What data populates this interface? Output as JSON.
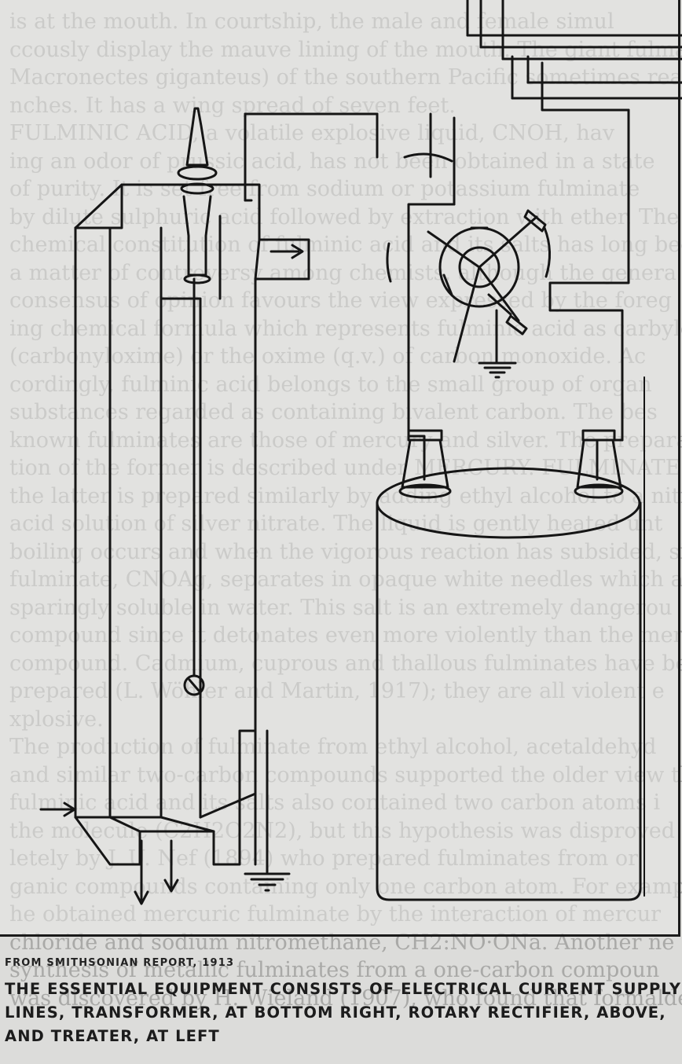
{
  "background_text": [
    "is at the mouth. In courtship, the male and female simul",
    "ccously display the mauve lining of the mouth. The giant fulmar",
    "Macronectes giganteus) of the southern Pacific sometimes reache",
    "nches. It has a wing spread of seven feet.",
    "FULMINIC ACID, a volatile explosive liquid, CNOH, hav",
    "ing an odor of prussic acid, has not been obtained in a state",
    "of purity. It is set free from sodium or potassium fulminate",
    "by dilute sulphuric acid followed by extraction with ether. The",
    "chemical constitution of fulminic acid and its salts has long bee",
    "a matter of controversy among chemists, although the genera",
    "consensus of opinion favours the view expressed by the foreg",
    "ing chemical formula which represents fulminic acid as carbyloxim",
    "(carbonyloxime) or the oxime (q.v.) of carbon monoxide. Ac",
    "cordingly, fulminic acid belongs to the small group of organ",
    "substances regarded as containing bivalent carbon. The bes",
    "known fulminates are those of mercury and silver. The prepara",
    "tion of the former is described under MERCURY. FULMINATE OF",
    "the latter is prepared similarly by adding ethyl alcohol to a nitr",
    "acid solution of silver nitrate. The liquid is gently heated unt",
    "boiling occurs and when the vigorous reaction has subsided, silve",
    "fulminate, CNOAg, separates in opaque white needles which ar",
    "sparingly soluble in water. This salt is an extremely dangerou",
    "compound since it detonates even more violently than the mercur",
    "compound. Cadmium, cuprous and thallous fulminates have bee",
    "prepared (L. Wöhler and Martin, 1917); they are all violent e",
    "xplosive.",
    "The production of fulminate from ethyl alcohol, acetaldehyd",
    "and similar two-carbon compounds supported the older view tha",
    "fulminic acid and its salts also contained two carbon atoms i",
    "the molecule (C2H2O2N2), but this hypothesis was disproved com",
    "letely by J. U. Nef (1894) who prepared fulminates from or",
    "ganic compounds containing only one carbon atom. For examp",
    "he obtained mercuric fulminate by the interaction of mercur",
    "chloride and sodium nitromethane, CH2:NO·ONa. Another ne",
    "synthesis of metallic fulminates from a one-carbon compoun",
    "was discovered by H. Wieland (1907), who found that formaldehyd"
  ],
  "credit": "FROM SMITHSONIAN REPORT, 1913",
  "caption_lines": [
    "THE ESSENTIAL EQUIPMENT CONSISTS OF ELECTRICAL CURRENT SUPPLY",
    "LINES, TRANSFORMER, AT BOTTOM RIGHT, ROTARY RECTIFIER, ABOVE,",
    "AND TREATER, AT LEFT"
  ]
}
